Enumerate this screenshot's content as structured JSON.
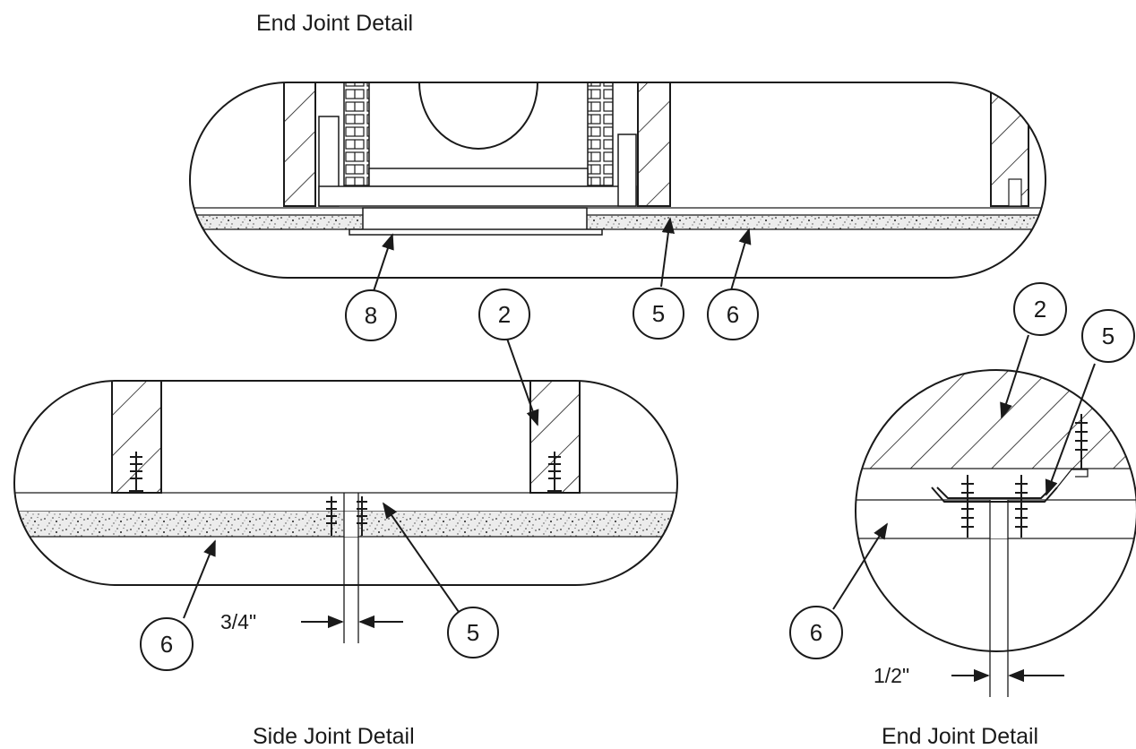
{
  "titles": {
    "top": "End Joint Detail",
    "bottom_left": "Side Joint Detail",
    "bottom_right": "End Joint Detail"
  },
  "callouts": {
    "top_8": "8",
    "top_2": "2",
    "top_5": "5",
    "top_6": "6",
    "side_6": "6",
    "side_5": "5",
    "end_2": "2",
    "end_5": "5",
    "end_6": "6"
  },
  "dimensions": {
    "side_gap": "3/4\"",
    "end_gap": "1/2\""
  }
}
